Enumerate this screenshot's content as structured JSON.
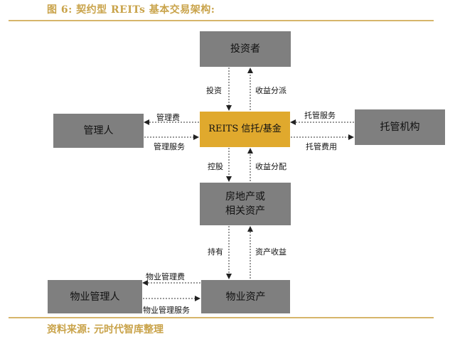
{
  "header": {
    "title": "图 6: 契约型 REITs 基本交易架构:"
  },
  "footer": {
    "source": "资料来源: 元时代智库整理"
  },
  "nodes": {
    "investor": "投资者",
    "manager": "管理人",
    "reits": "REITS 信托/基金",
    "custodian": "托管机构",
    "realestate_line1": "房地产或",
    "realestate_line2": "相关资产",
    "property_manager": "物业管理人",
    "property_asset": "物业资产"
  },
  "edges": {
    "invest": "投资",
    "income_distribution": "收益分派",
    "management_fee": "管理费",
    "management_service": "管理服务",
    "custody_service": "托管服务",
    "custody_fee": "托管费用",
    "control": "控股",
    "income_allocation": "收益分配",
    "hold": "持有",
    "asset_income": "资产收益",
    "property_mgmt_fee": "物业管理费",
    "property_mgmt_service": "物业管理服务"
  },
  "colors": {
    "accent": "#c9a34a",
    "box_gray": "#7f7f7f",
    "box_center": "#e0a92d"
  }
}
